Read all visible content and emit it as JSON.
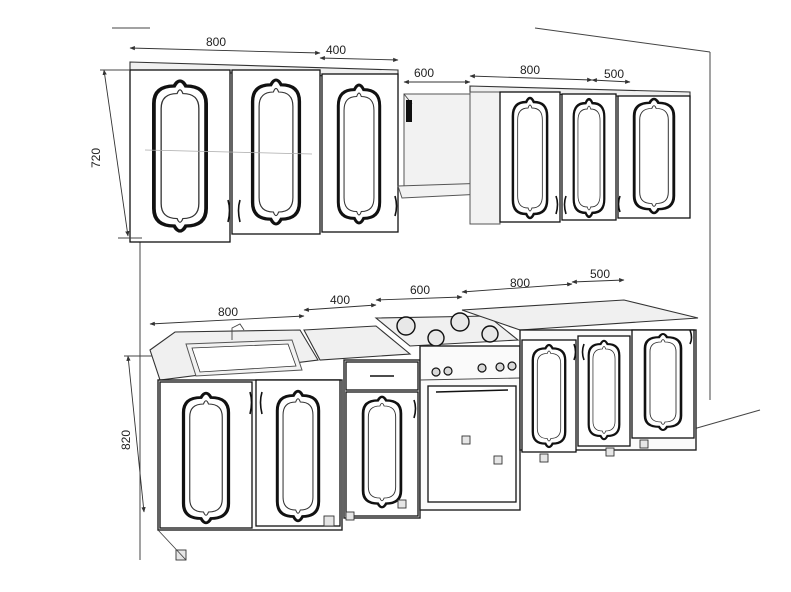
{
  "dimensions": {
    "upper": [
      {
        "id": "upper-800",
        "label": "800"
      },
      {
        "id": "upper-400",
        "label": "400"
      },
      {
        "id": "hood-600",
        "label": "600"
      },
      {
        "id": "upper-right-800",
        "label": "800"
      },
      {
        "id": "upper-right-500",
        "label": "500"
      }
    ],
    "lower": [
      {
        "id": "lower-800",
        "label": "800"
      },
      {
        "id": "lower-400",
        "label": "400"
      },
      {
        "id": "stove-600",
        "label": "600"
      },
      {
        "id": "lower-right-800",
        "label": "800"
      },
      {
        "id": "lower-right-500",
        "label": "500"
      }
    ],
    "heights": {
      "upper": "720",
      "lower": "820"
    }
  }
}
